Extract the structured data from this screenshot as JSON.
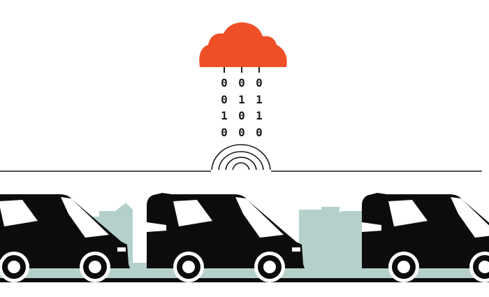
{
  "palette": {
    "background": "#ffffff",
    "cloud": "#ef4f26",
    "ink": "#0c0c0c",
    "skyline": "#b5d0cb",
    "road": "#b5d0cb"
  },
  "icons": {
    "cloud": "cloud-icon",
    "signal": "signal-arcs-icon",
    "van": "delivery-van-icon"
  },
  "binary_rain": {
    "columns": [
      [
        "0",
        "0",
        "1",
        "0"
      ],
      [
        "0",
        "1",
        "0",
        "0"
      ],
      [
        "0",
        "1",
        "1",
        "0"
      ]
    ]
  },
  "vans": {
    "count": 3
  }
}
